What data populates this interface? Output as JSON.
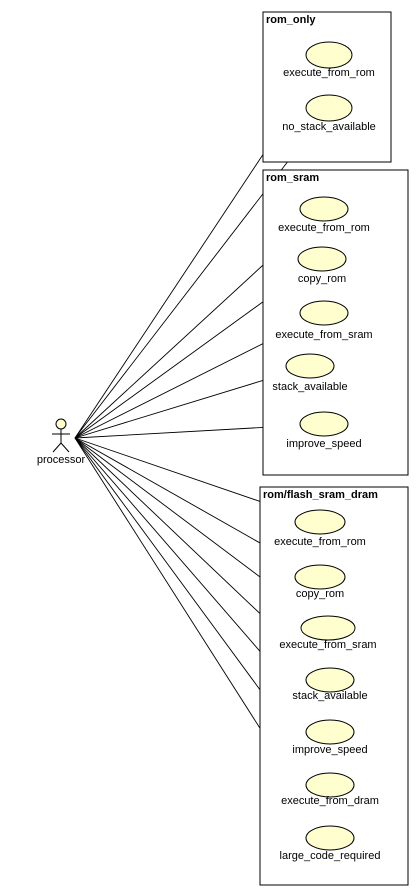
{
  "actor": {
    "label": "processor"
  },
  "packages": [
    {
      "title": "rom_only",
      "use_cases": [
        "execute_from_rom",
        "no_stack_available"
      ]
    },
    {
      "title": "rom_sram",
      "use_cases": [
        "execute_from_rom",
        "copy_rom",
        "execute_from_sram",
        "stack_available",
        "improve_speed"
      ]
    },
    {
      "title": "rom/flash_sram_dram",
      "use_cases": [
        "execute_from_rom",
        "copy_rom",
        "execute_from_sram",
        "stack_available",
        "improve_speed",
        "execute_from_dram",
        "large_code_required"
      ]
    }
  ],
  "colors": {
    "use_case_fill": "#FEFECE",
    "line": "#000000",
    "background": "#FFFFFF"
  }
}
